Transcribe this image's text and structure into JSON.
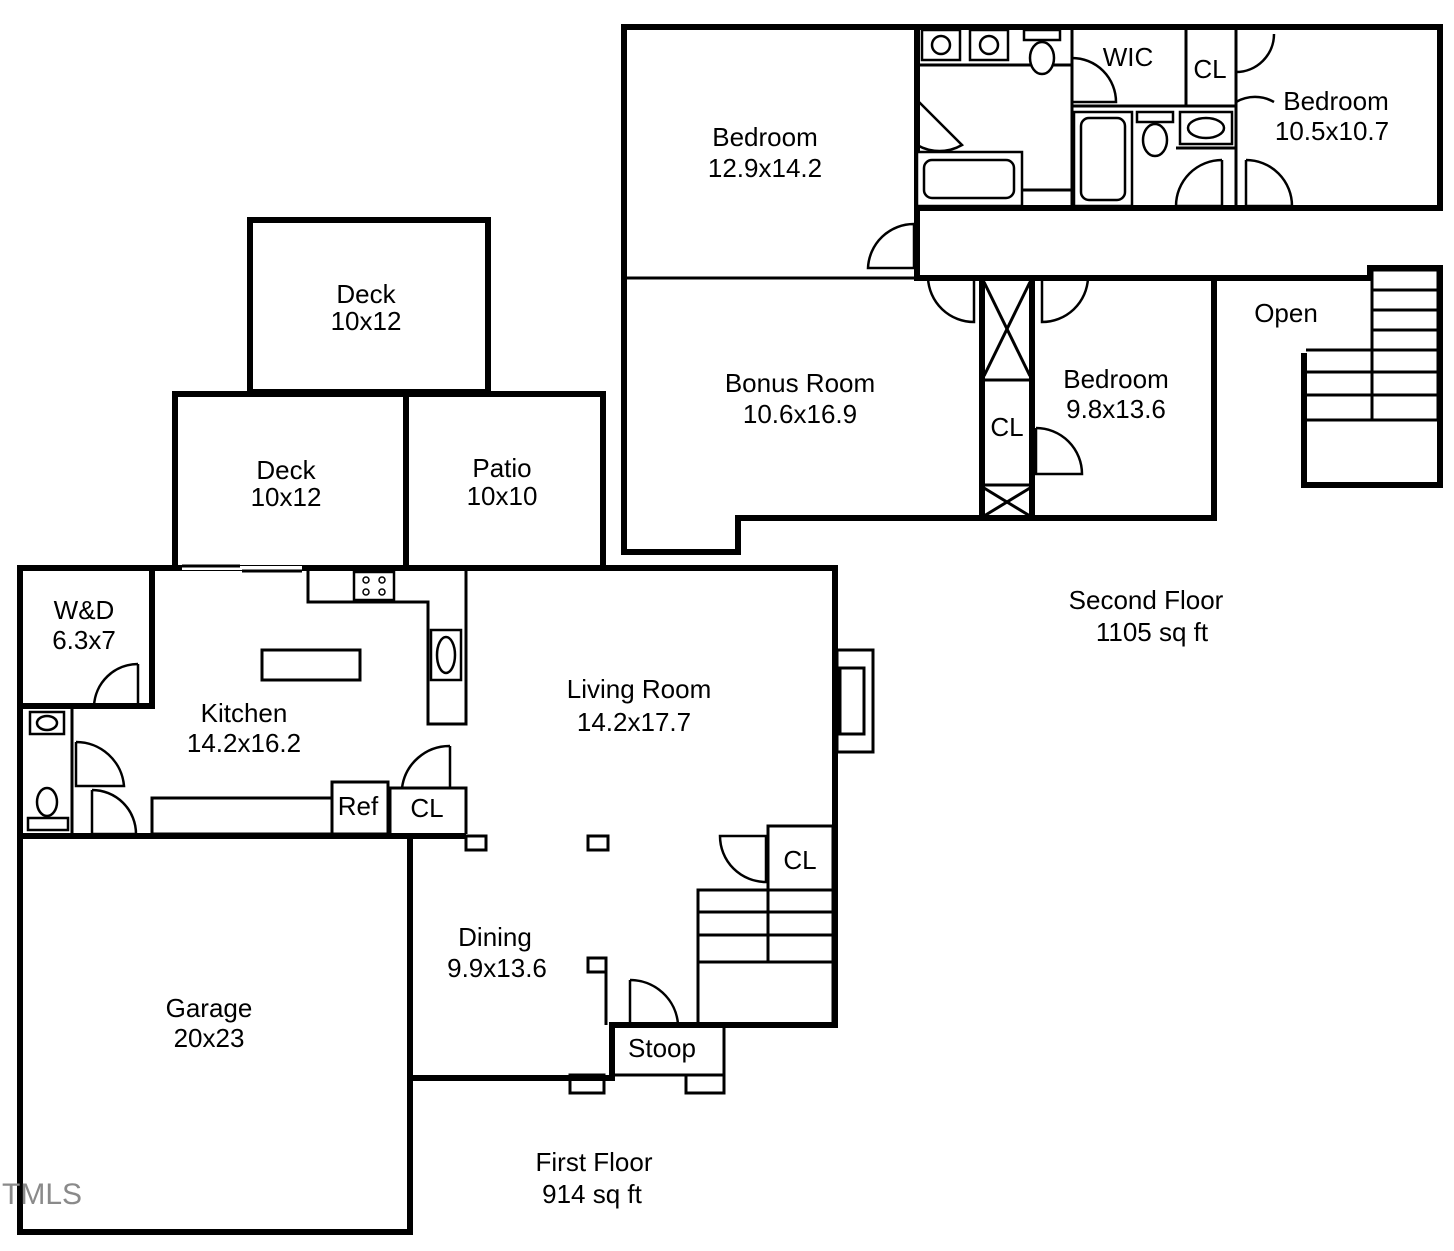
{
  "second_floor": {
    "title": "Second Floor",
    "area": "1105 sq ft",
    "rooms": {
      "bedroom_1": {
        "name": "Bedroom",
        "size": "12.9x14.2"
      },
      "bedroom_2": {
        "name": "Bedroom",
        "size": "10.5x10.7"
      },
      "bedroom_3": {
        "name": "Bedroom",
        "size": "9.8x13.6"
      },
      "bonus": {
        "name": "Bonus Room",
        "size": "10.6x16.9"
      },
      "wic": "WIC",
      "closet_top": "CL",
      "closet_mid": "CL",
      "open": "Open"
    }
  },
  "first_floor": {
    "title": "First Floor",
    "area": "914 sq ft",
    "rooms": {
      "deck_upper": {
        "name": "Deck",
        "size": "10x12"
      },
      "deck_lower": {
        "name": "Deck",
        "size": "10x12"
      },
      "patio": {
        "name": "Patio",
        "size": "10x10"
      },
      "wd": {
        "name": "W&D",
        "size": "6.3x7"
      },
      "kitchen": {
        "name": "Kitchen",
        "size": "14.2x16.2"
      },
      "living": {
        "name": "Living Room",
        "size": "14.2x17.7"
      },
      "dining": {
        "name": "Dining",
        "size": "9.9x13.6"
      },
      "garage": {
        "name": "Garage",
        "size": "20x23"
      },
      "ref": "Ref",
      "closet_kitchen": "CL",
      "closet_stairs": "CL",
      "stoop": "Stoop"
    }
  },
  "watermark": "TMLS"
}
